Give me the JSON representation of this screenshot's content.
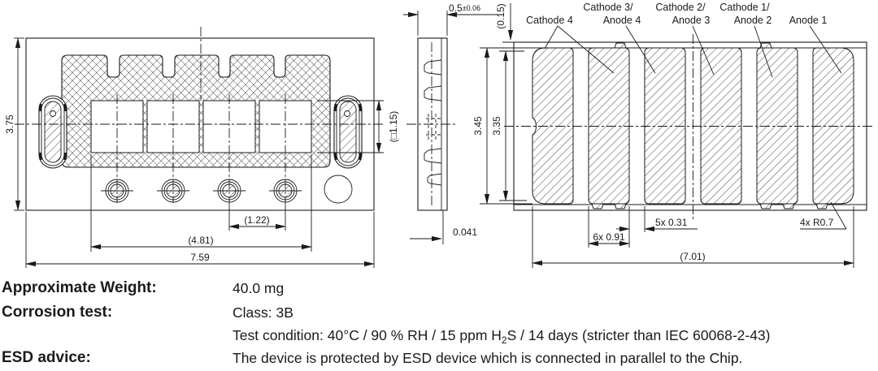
{
  "front_view": {
    "height": "3.75",
    "width": "7.59",
    "span": "(4.81)",
    "pitch": "(1.22)",
    "window": "(□1.15)"
  },
  "side_view": {
    "thickness": "0.5",
    "tolerance": "±0.06",
    "gap": "(0.15)",
    "standoff": "0.041"
  },
  "back_view": {
    "pad_outer_height": "3.45",
    "pad_inner_height": "3.35",
    "pad_width": "6x 0.91",
    "pad_gap": "5x 0.31",
    "corner_radius": "4x R0.7",
    "pad_span": "(7.01)",
    "labels": {
      "cathode4": "Cathode 4",
      "cathode3": "Cathode 3/",
      "anode4": "Anode 4",
      "cathode2": "Cathode 2/",
      "anode3": "Anode 3",
      "cathode1": "Cathode 1/",
      "anode2": "Anode 2",
      "anode1": "Anode 1"
    }
  },
  "specs": {
    "weight_label": "Approximate Weight:",
    "weight_value": "40.0 mg",
    "corrosion_label": "Corrosion test:",
    "corrosion_value": "Class: 3B",
    "test_condition_pre": "Test condition: 40°C / 90 % RH / 15 ppm H",
    "test_condition_sub": "2",
    "test_condition_post": "S / 14 days (stricter than IEC 60068-2-43)",
    "esd_label": "ESD advice:",
    "esd_value": "The device is protected by ESD device which is connected in parallel to the Chip."
  },
  "colors": {
    "line": "#1a1a1a",
    "background": "#ffffff"
  }
}
